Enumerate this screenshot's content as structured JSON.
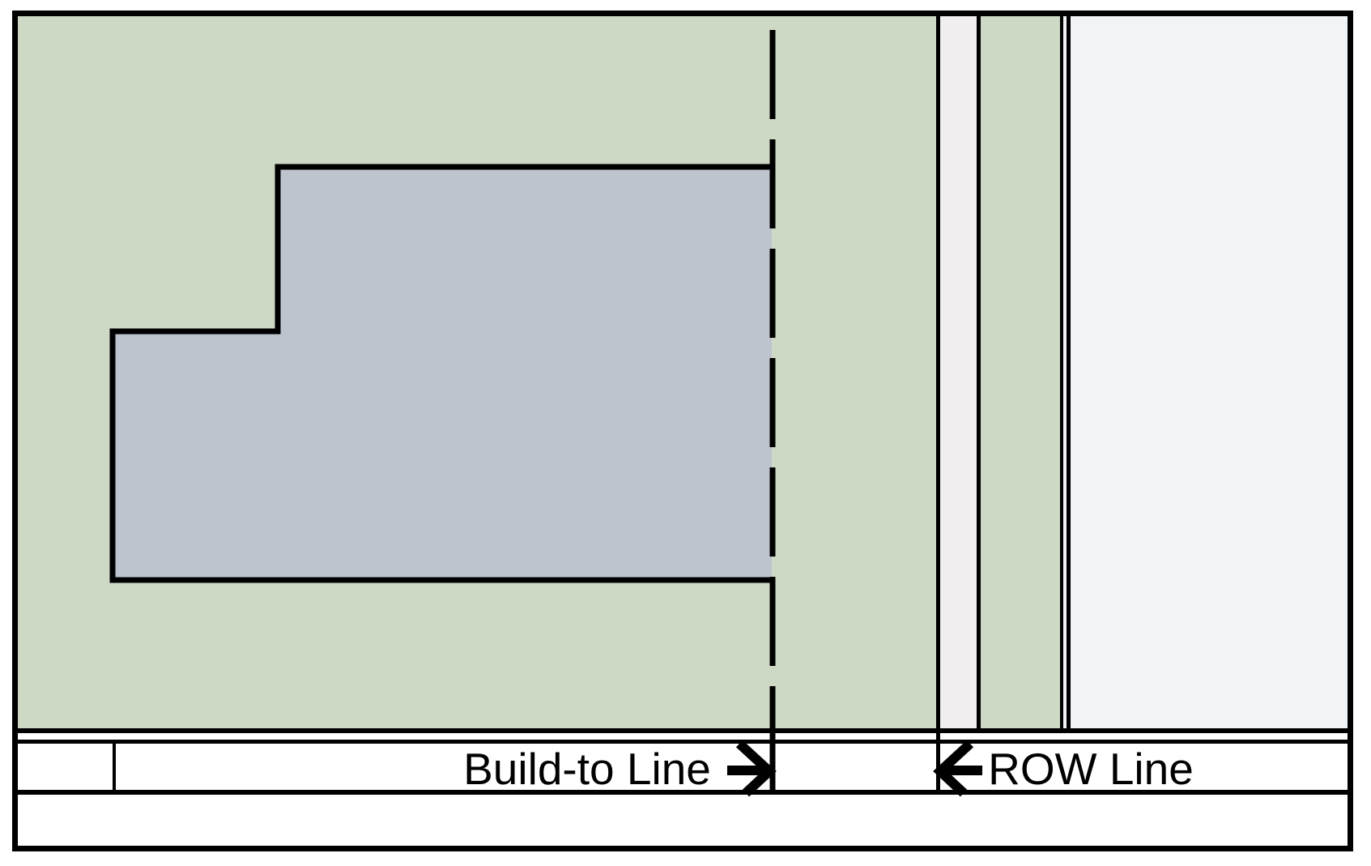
{
  "diagram": {
    "labels": {
      "build_to_line": "Build-to Line",
      "row_line": "ROW Line"
    },
    "icons": {
      "build_to_arrow": "arrow-right",
      "row_arrow": "arrow-left"
    },
    "colors": {
      "lot_green": "#cdd9c4",
      "building_gray": "#bdc4ce",
      "sidewalk_white": "#f1eef0",
      "planting_strip_green": "#cdd9c4",
      "street_blue": "#f0f4f6",
      "line_black": "#000000"
    }
  }
}
